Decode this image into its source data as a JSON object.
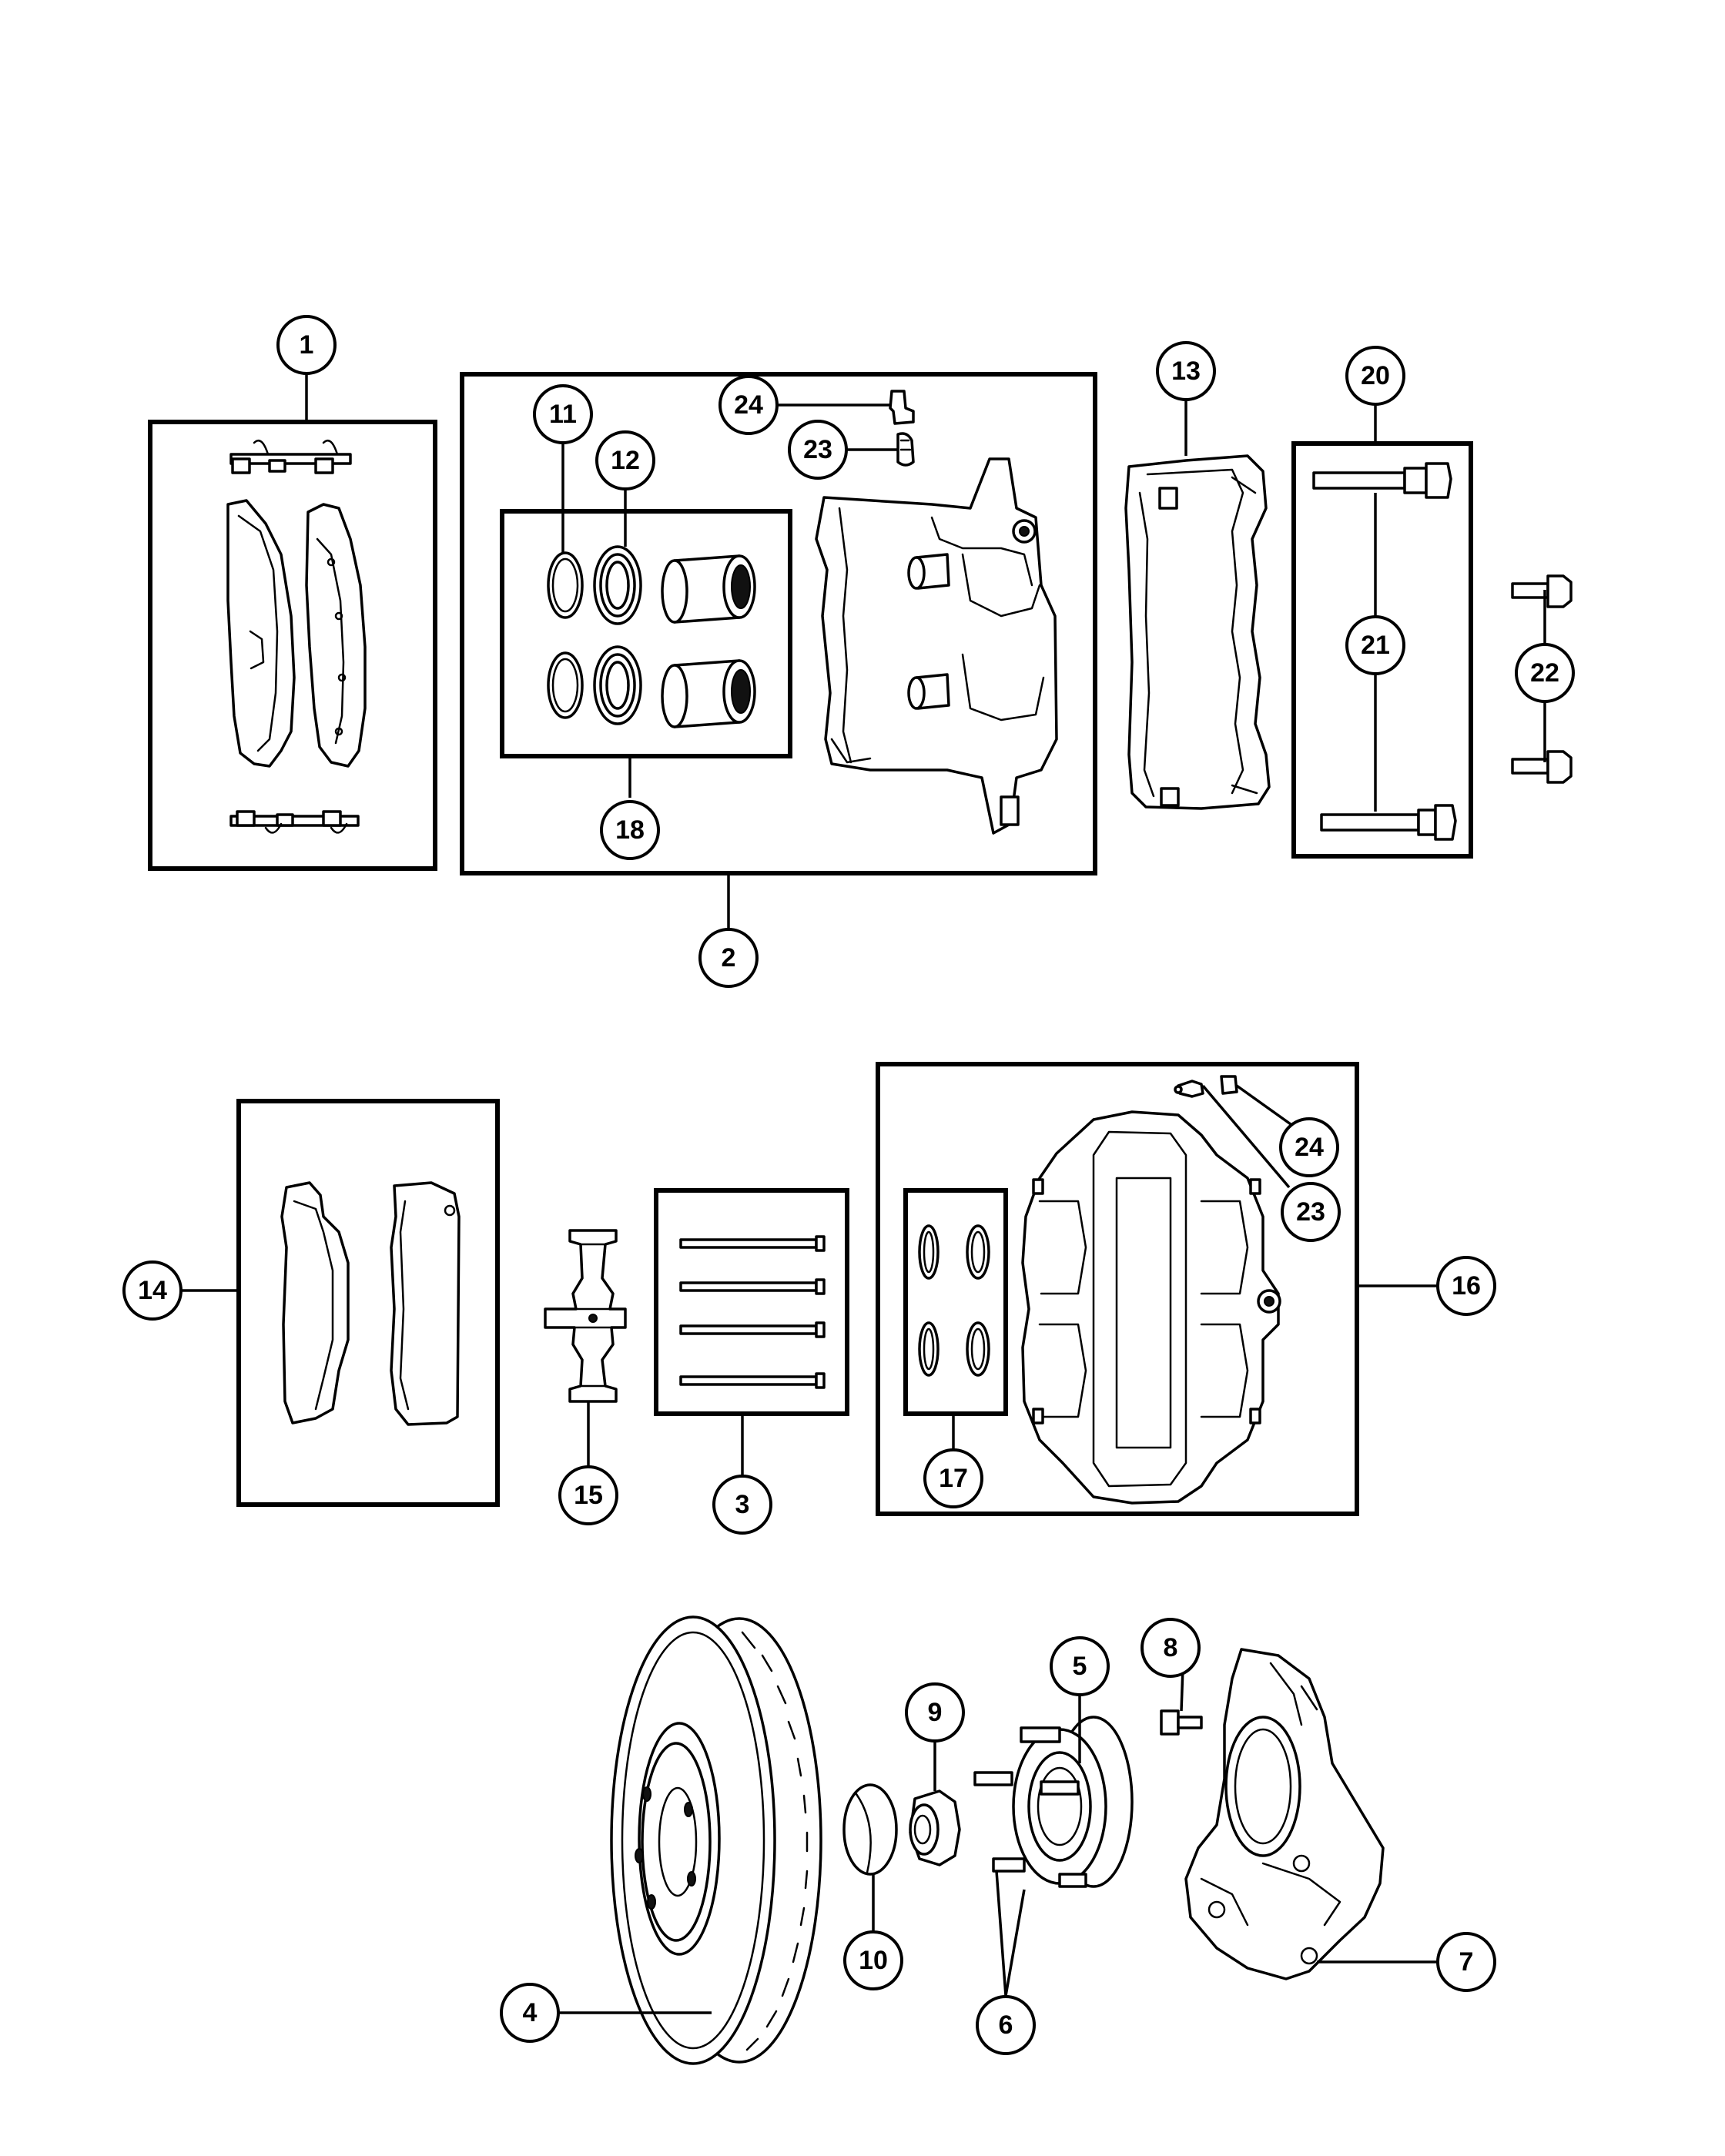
{
  "diagram": {
    "callouts": [
      "1",
      "2",
      "3",
      "4",
      "5",
      "6",
      "7",
      "8",
      "9",
      "10",
      "11",
      "12",
      "13",
      "14",
      "15",
      "16",
      "17",
      "18",
      "20",
      "21",
      "22",
      "23",
      "24"
    ]
  },
  "colors": {
    "line": "#000000",
    "background": "#ffffff"
  }
}
